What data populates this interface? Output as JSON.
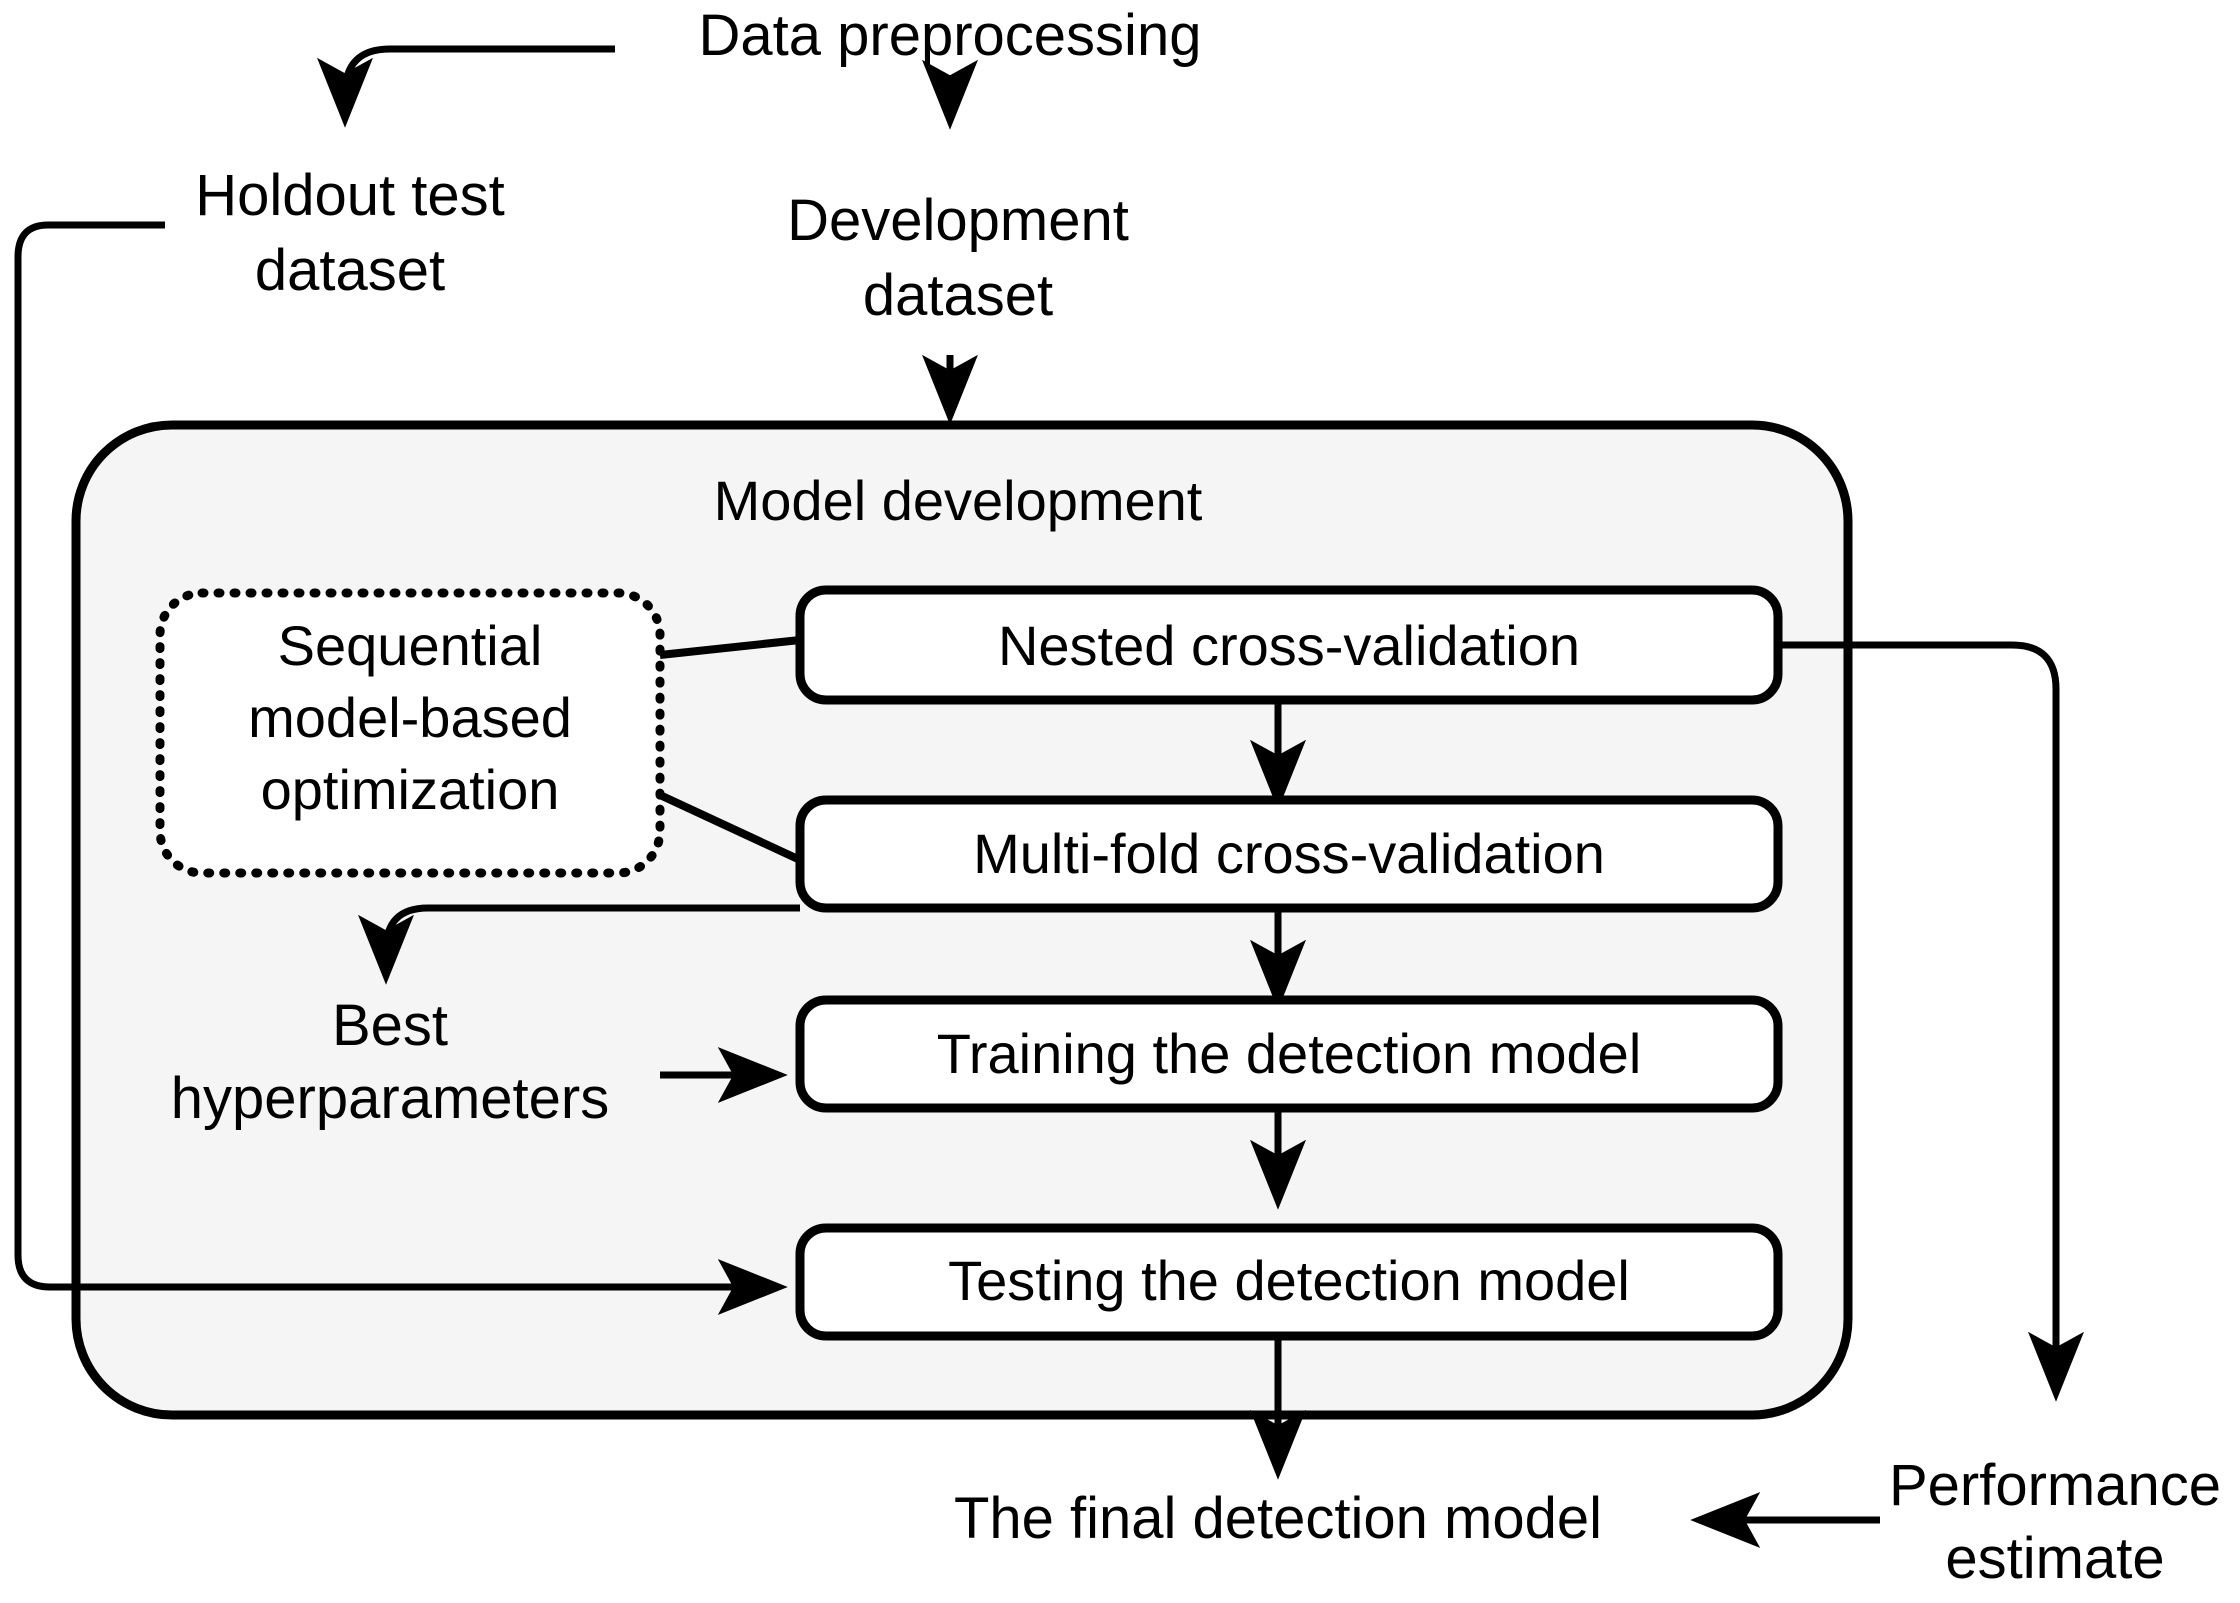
{
  "diagram": {
    "title_note": "Machine learning model development workflow flowchart",
    "nodes": {
      "data_preprocessing": "Data preprocessing",
      "holdout_test_dataset_line1": "Holdout test",
      "holdout_test_dataset_line2": "dataset",
      "development_dataset_line1": "Development",
      "development_dataset_line2": "dataset",
      "model_development_group": "Model development",
      "smbo_line1": "Sequential",
      "smbo_line2": "model-based",
      "smbo_line3": "optimization",
      "nested_cv": "Nested cross-validation",
      "multifold_cv": "Multi-fold cross-validation",
      "best_hyperparameters_line1": "Best",
      "best_hyperparameters_line2": "hyperparameters",
      "training_model": "Training the detection model",
      "testing_model": "Testing the detection model",
      "final_model": "The final detection model",
      "performance_estimate_line1": "Performance",
      "performance_estimate_line2": "estimate"
    },
    "colors": {
      "stroke": "#000000",
      "group_fill": "#f5f5f5",
      "box_fill": "#ffffff",
      "page_background": "#ffffff"
    },
    "edges": [
      {
        "from": "data_preprocessing",
        "to": "holdout_test_dataset",
        "style": "solid-arrow-elbow"
      },
      {
        "from": "data_preprocessing",
        "to": "development_dataset",
        "style": "solid-arrow-down"
      },
      {
        "from": "development_dataset",
        "to": "model_development_group",
        "style": "solid-arrow-down"
      },
      {
        "from": "smbo",
        "to": "nested_cv",
        "style": "plain-line"
      },
      {
        "from": "smbo",
        "to": "multifold_cv",
        "style": "plain-line"
      },
      {
        "from": "multifold_cv",
        "to": "best_hyperparameters",
        "style": "solid-arrow-elbow"
      },
      {
        "from": "nested_cv",
        "to": "multifold_cv",
        "style": "solid-arrow-down"
      },
      {
        "from": "multifold_cv",
        "to": "training_model",
        "style": "solid-arrow-down"
      },
      {
        "from": "best_hyperparameters",
        "to": "training_model",
        "style": "solid-arrow-right"
      },
      {
        "from": "training_model",
        "to": "testing_model",
        "style": "solid-arrow-down"
      },
      {
        "from": "holdout_test_dataset",
        "to": "testing_model",
        "style": "solid-arrow-elbow"
      },
      {
        "from": "testing_model",
        "to": "final_model",
        "style": "solid-arrow-down"
      },
      {
        "from": "nested_cv",
        "to": "performance_estimate",
        "style": "solid-arrow-elbow"
      },
      {
        "from": "performance_estimate",
        "to": "final_model",
        "style": "solid-arrow-left"
      }
    ]
  }
}
